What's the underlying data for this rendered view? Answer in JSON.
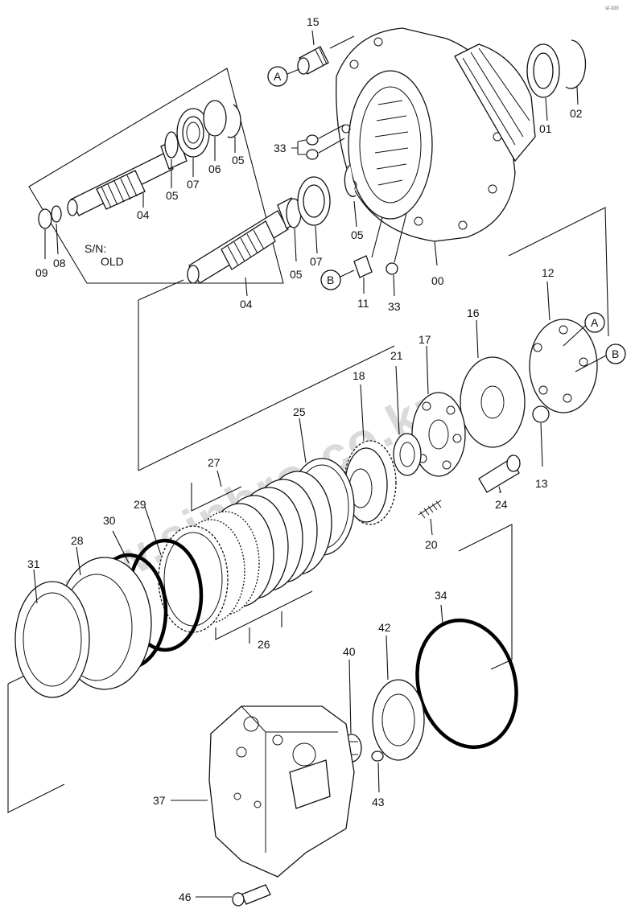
{
  "watermark": "www.sinbro-co.kz",
  "corner_mark": "sf-100",
  "old_note": {
    "sn": "S/N:",
    "old": "OLD"
  },
  "refs": {
    "a": "A",
    "b": "B"
  },
  "labels": {
    "l15": "15",
    "l33a": "33",
    "l01": "01",
    "l02": "02",
    "l05a": "05",
    "l06": "06",
    "l07a": "07",
    "l04a": "04",
    "l09": "09",
    "l08": "08",
    "l05b": "05",
    "l05c": "05",
    "l07b": "07",
    "l04b": "04",
    "l00": "00",
    "l11": "11",
    "l33b": "33",
    "l12": "12",
    "l16": "16",
    "l17": "17",
    "l21": "21",
    "l18": "18",
    "l25": "25",
    "l13": "13",
    "l24": "24",
    "l20": "20",
    "l27": "27",
    "l29": "29",
    "l30": "30",
    "l28": "28",
    "l31": "31",
    "l26": "26",
    "l34": "34",
    "l42": "42",
    "l40": "40",
    "l43": "43",
    "l37": "37",
    "l46": "46"
  }
}
